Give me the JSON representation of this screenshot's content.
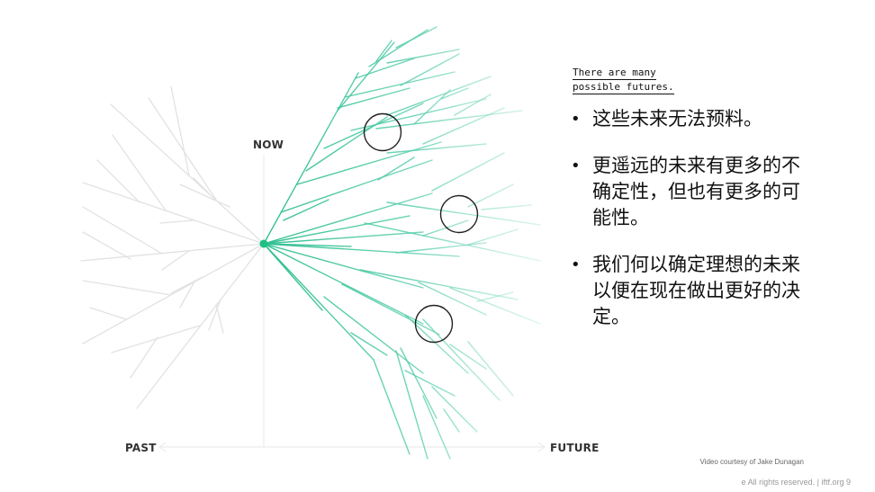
{
  "slide": {
    "page_number": "9",
    "diagram": {
      "labels": {
        "now": "NOW",
        "past": "PAST",
        "future": "FUTURE"
      },
      "colors": {
        "past_branches": "#e4e4e4",
        "future_branches": "#3cc39a",
        "origin_dot": "#1fbf85",
        "axis": "#eeeeee",
        "circles": "#222222"
      },
      "highlight_circles": 3
    },
    "heading": {
      "line1": "There are many",
      "line2": "possible futures."
    },
    "bullets": [
      {
        "text": "这些未来无法预料。"
      },
      {
        "text": "更遥远的未来有更多的不确定性，但也有更多的可能性。"
      },
      {
        "text": "我们何以确定理想的未来以便在现在做出更好的决定。"
      }
    ],
    "credit": "Video  courtesy of Jake Dunagan",
    "footer": "e  All rights reserved. | iftf.org  9"
  }
}
